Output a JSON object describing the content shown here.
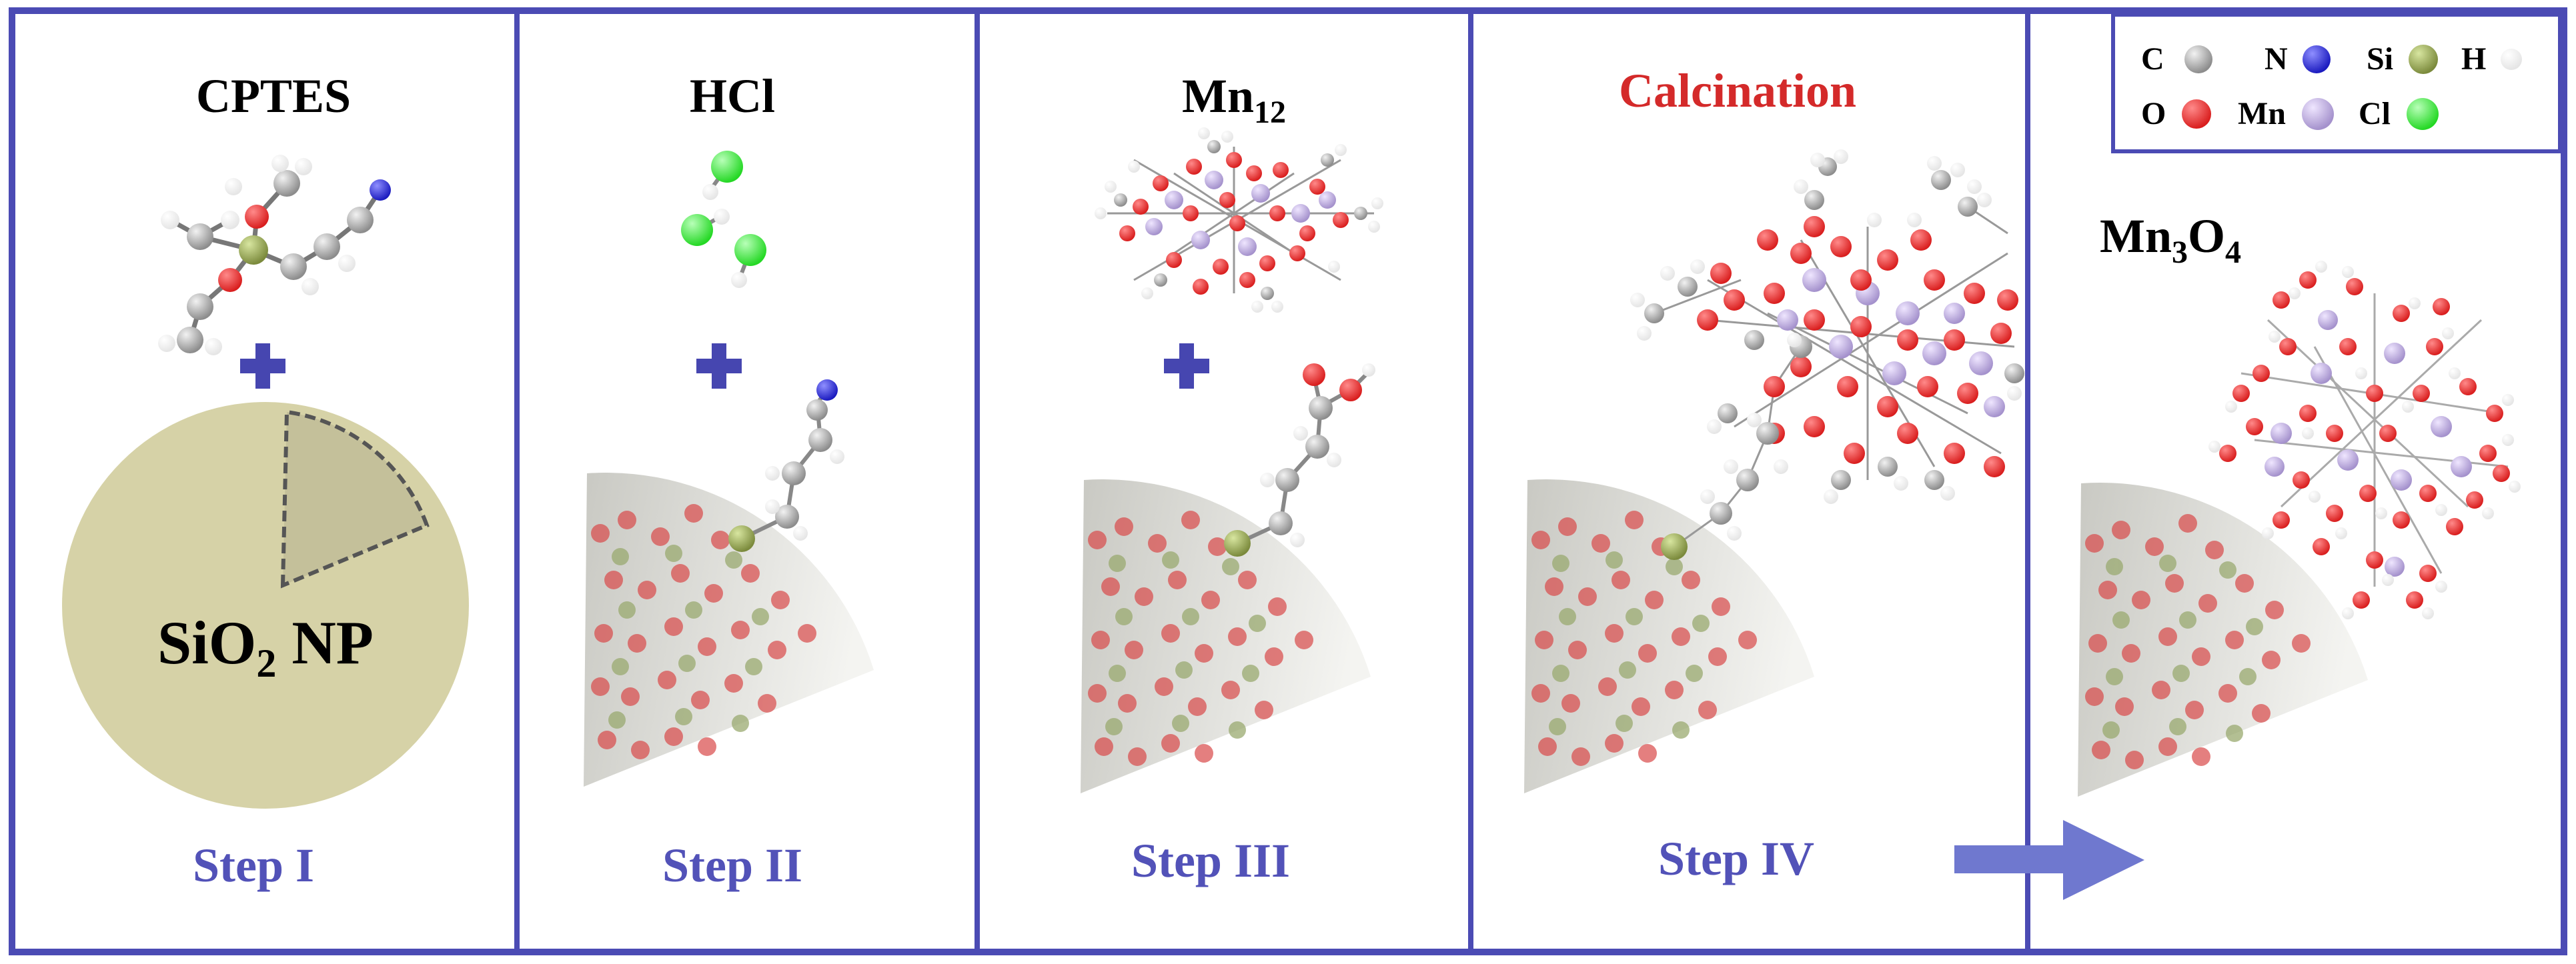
{
  "colors": {
    "frame": "#4b4bb4",
    "step_label": "#5252b8",
    "calcination": "#d42a2a",
    "plus": "#4646b0",
    "arrow": "#6f78cf",
    "np_fill": "#d6d2a7",
    "np_wedge": "#c4c09a",
    "carbon": "#8c8c8c",
    "nitrogen": "#1b1bbf",
    "silicon": "#7b8a3c",
    "hydrogen": "#e5e5e5",
    "oxygen": "#d91e1e",
    "manganese": "#a491cc",
    "chlorine": "#25d825"
  },
  "panels": [
    {
      "id": "step-1",
      "title": "CPTES",
      "step": "Step I"
    },
    {
      "id": "step-2",
      "title": "HCl",
      "step": "Step II"
    },
    {
      "id": "step-3",
      "title_main": "Mn",
      "title_sub": "12",
      "step": "Step III"
    },
    {
      "id": "step-4",
      "title": "Calcination",
      "step": "Step IV"
    },
    {
      "id": "step-5",
      "product_parts": [
        "Mn",
        "3",
        "O",
        "4"
      ]
    }
  ],
  "nanoparticle": {
    "label_parts": [
      "SiO",
      "2",
      " NP"
    ]
  },
  "legend": [
    {
      "symbol": "C",
      "element": "carbon"
    },
    {
      "symbol": "N",
      "element": "nitrogen"
    },
    {
      "symbol": "Si",
      "element": "silicon"
    },
    {
      "symbol": "H",
      "element": "hydrogen"
    },
    {
      "symbol": "O",
      "element": "oxygen"
    },
    {
      "symbol": "Mn",
      "element": "manganese"
    },
    {
      "symbol": "Cl",
      "element": "chlorine"
    }
  ]
}
